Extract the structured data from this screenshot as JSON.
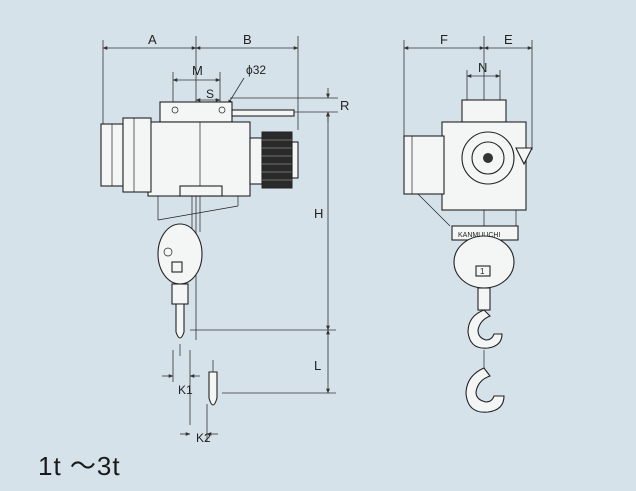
{
  "caption": "1t ～3t",
  "dimensions": {
    "A": "A",
    "B": "B",
    "M": "M",
    "S": "S",
    "diameter": "ϕ32",
    "R": "R",
    "H": "H",
    "L": "L",
    "K1": "K1",
    "K2": "K2",
    "F": "F",
    "E": "E",
    "N": "N"
  },
  "nameplate": "KANMUUCHI",
  "badge": "1"
}
